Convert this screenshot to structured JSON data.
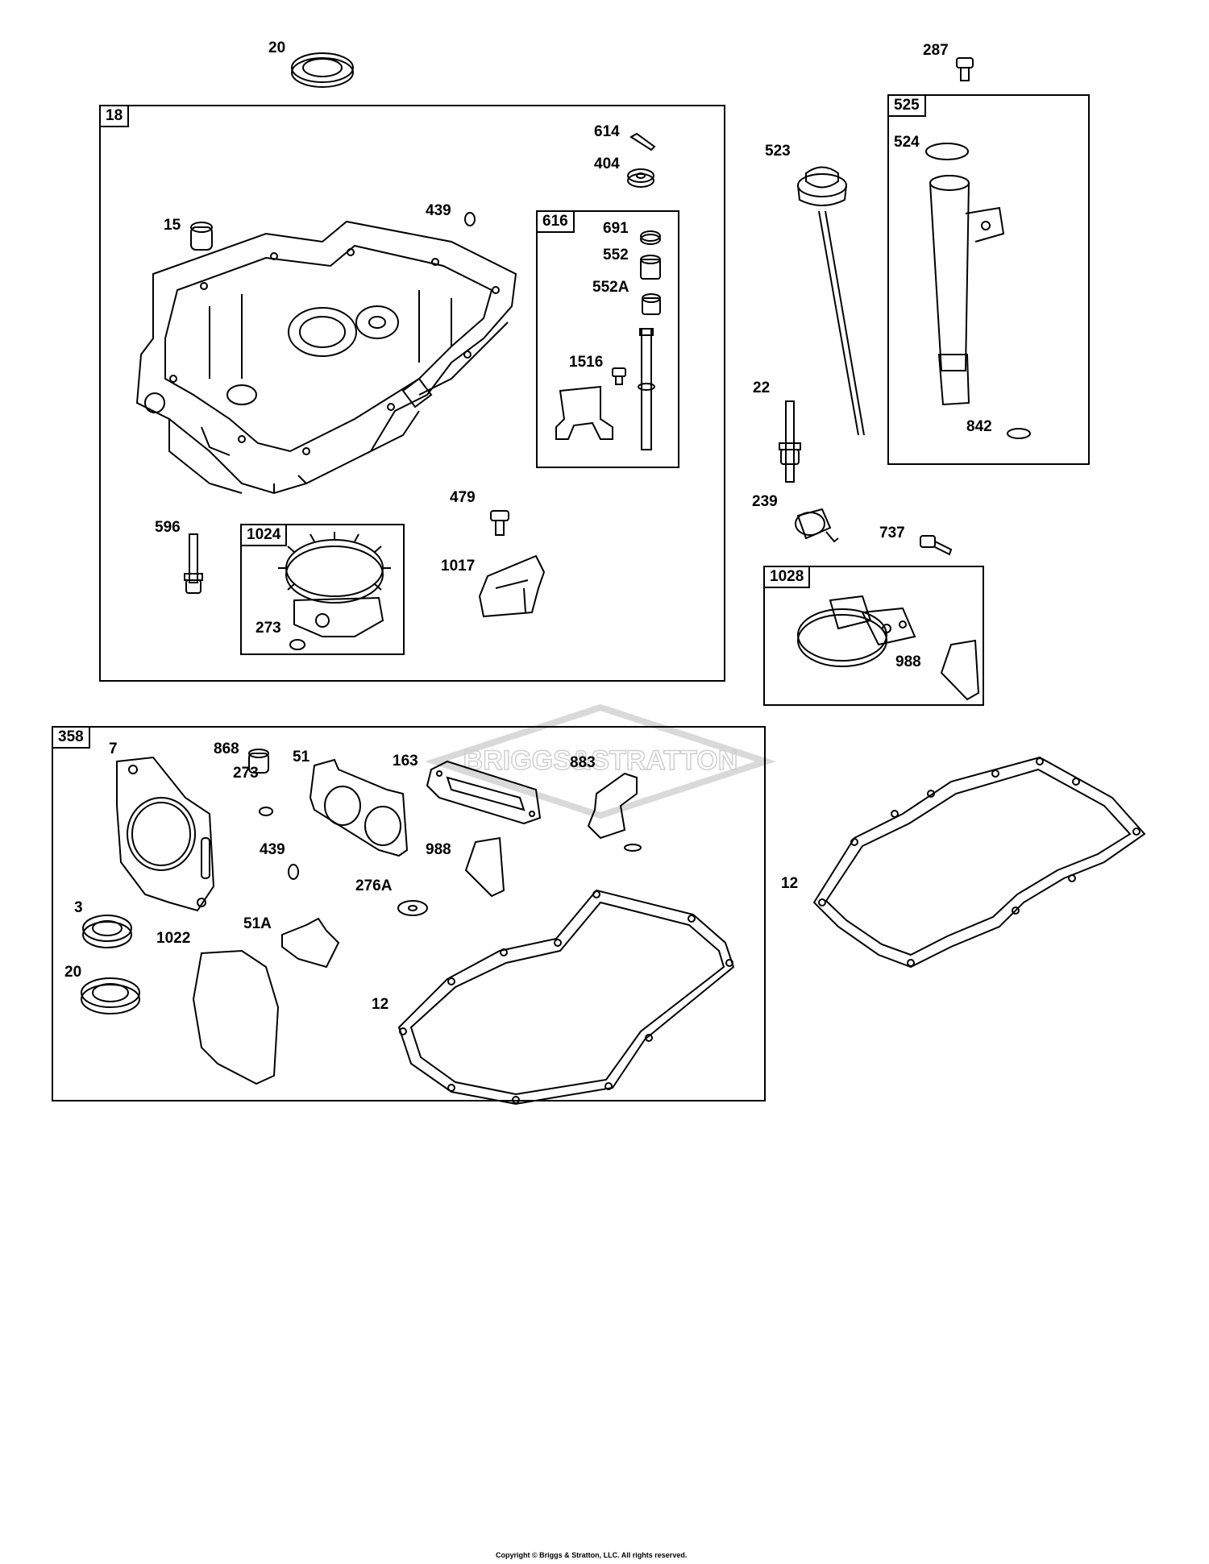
{
  "boxes": {
    "b18": "18",
    "b616": "616",
    "b1024": "1024",
    "b525": "525",
    "b1028": "1028",
    "b358": "358"
  },
  "labels": {
    "l20_top": "20",
    "l287": "287",
    "l614": "614",
    "l404": "404",
    "l439_top": "439",
    "l15": "15",
    "l691": "691",
    "l552": "552",
    "l552A": "552A",
    "l1516": "1516",
    "l523": "523",
    "l524": "524",
    "l842": "842",
    "l22": "22",
    "l479": "479",
    "l596": "596",
    "l1017": "1017",
    "l273_top": "273",
    "l239": "239",
    "l737": "737",
    "l988_top": "988",
    "l7": "7",
    "l868": "868",
    "l51": "51",
    "l163": "163",
    "l883": "883",
    "l273_bot": "273",
    "l439_bot": "439",
    "l988_bot": "988",
    "l276A": "276A",
    "l3": "3",
    "l51A": "51A",
    "l1022": "1022",
    "l20_bot": "20",
    "l12_left": "12",
    "l12_right": "12"
  },
  "watermark": "BRIGGS&STRATTON",
  "copyright": "Copyright © Briggs & Stratton, LLC. All rights reserved.",
  "colors": {
    "line": "#000000",
    "watermark": "#d9d9d9",
    "background": "#ffffff"
  }
}
